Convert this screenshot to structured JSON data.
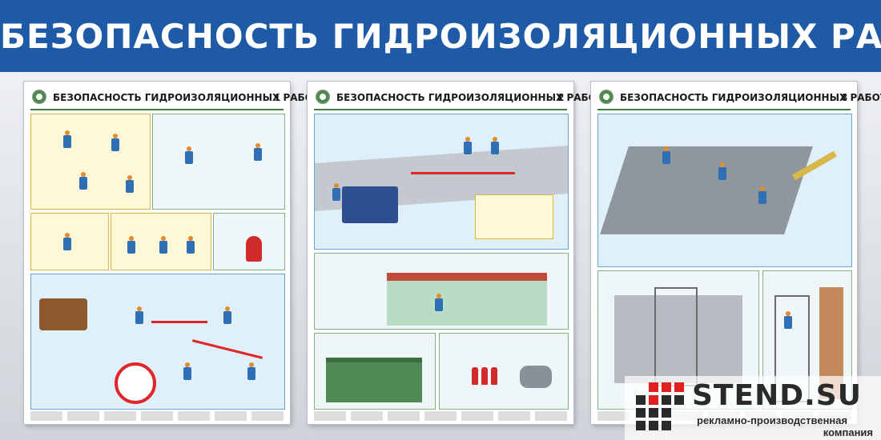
{
  "banner": {
    "title": "БЕЗОПАСНОСТЬ ГИДРОИЗОЛЯЦИОННЫХ РАБОТ"
  },
  "posters": [
    {
      "title": "БЕЗОПАСНОСТЬ ГИДРОИЗОЛЯЦИОННЫХ РАБОТ",
      "number": "1"
    },
    {
      "title": "БЕЗОПАСНОСТЬ ГИДРОИЗОЛЯЦИОННЫХ РАБОТ",
      "number": "2"
    },
    {
      "title": "БЕЗОПАСНОСТЬ ГИДРОИЗОЛЯЦИОННЫХ РАБОТ",
      "number": "3"
    }
  ],
  "logo": {
    "name": "STEND.SU",
    "line1": "рекламно-производственная",
    "line2": "компания"
  },
  "colors": {
    "banner": "#1f5aa6",
    "accent_red": "#e02020",
    "panel_green": "#7fb27f"
  }
}
